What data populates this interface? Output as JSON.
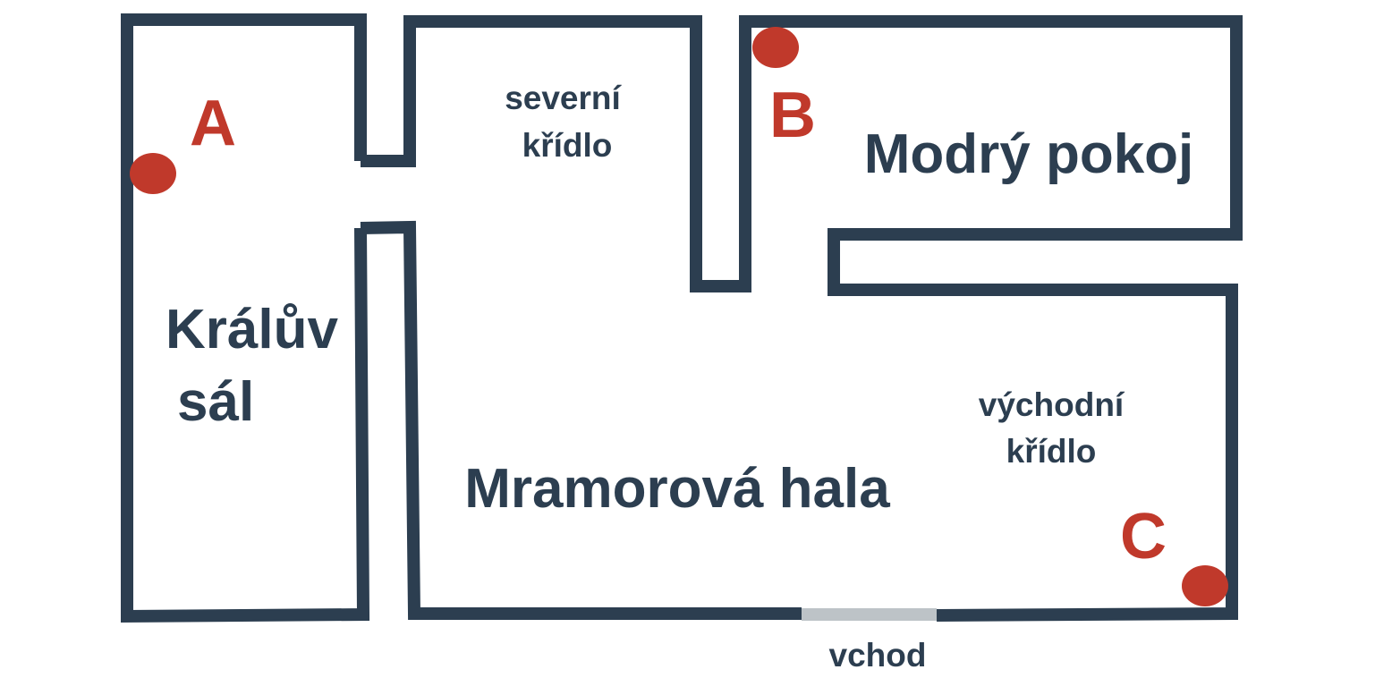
{
  "colors": {
    "wall": "#2c3e50",
    "text": "#2c3e50",
    "marker": "#c0392b",
    "entrance": "#bdc3c7",
    "background": "#ffffff"
  },
  "rooms": {
    "kings_hall": {
      "line1": "Králův",
      "line2": "sál"
    },
    "north_wing": {
      "line1": "severní",
      "line2": "křídlo"
    },
    "blue_room": {
      "label": "Modrý pokoj"
    },
    "marble_hall": {
      "label": "Mramorová hala"
    },
    "east_wing": {
      "line1": "východní",
      "line2": "křídlo"
    }
  },
  "markers": {
    "a": {
      "label": "A"
    },
    "b": {
      "label": "B"
    },
    "c": {
      "label": "C"
    }
  },
  "entrance": {
    "label": "vchod"
  }
}
